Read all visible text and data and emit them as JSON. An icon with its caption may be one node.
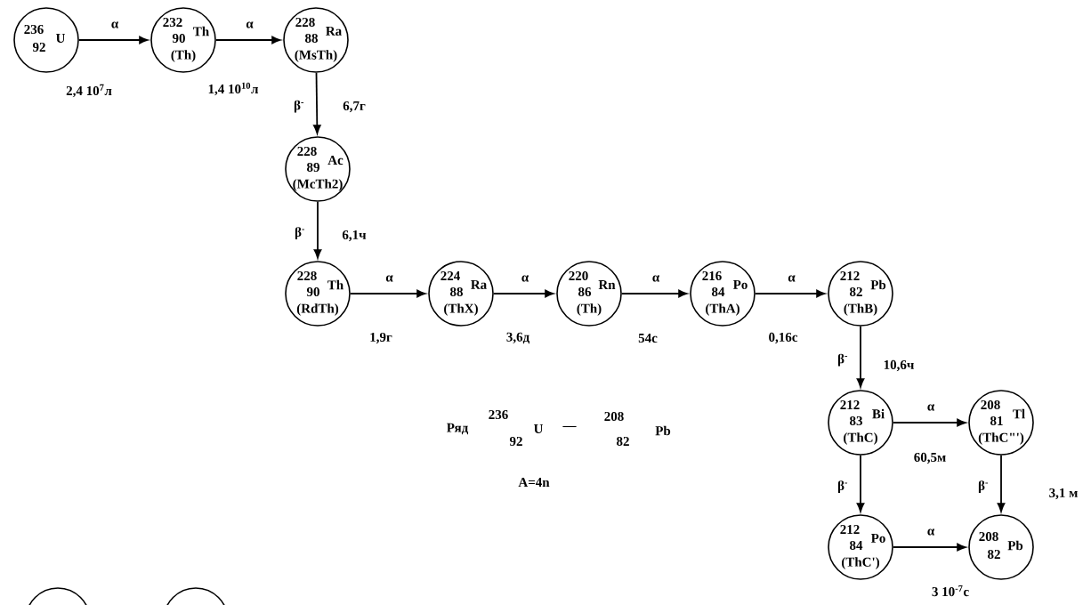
{
  "diagram": {
    "nodes": [
      {
        "text": [
          "236",
          "92",
          "U"
        ],
        "beside": [
          "2,4 10$^{7}$л"
        ]
      },
      {
        "text": [
          "232",
          "90",
          "Th",
          "(Th)"
        ],
        "beside": [
          "1,4 10$^{10}$л"
        ]
      },
      {
        "text": [
          "228",
          "88",
          "Ra",
          "(MsTh)"
        ],
        "beside": [
          "6,7г"
        ]
      },
      {
        "text": [
          "228",
          "89",
          "Ac",
          "(McTh2)"
        ],
        "beside": [
          "6,1ч"
        ]
      },
      {
        "text": [
          "228",
          "90",
          "Th",
          "(RdTh)"
        ],
        "beside": [
          "1,9г"
        ]
      },
      {
        "text": [
          "224",
          "88",
          "Ra",
          "(ThX)"
        ],
        "beside": [
          "3,6д"
        ]
      },
      {
        "text": [
          "220",
          "86",
          "Rn",
          "(Th)"
        ],
        "beside": [
          "54с"
        ]
      },
      {
        "text": [
          "216",
          "84",
          "Po",
          "(ThA)"
        ],
        "beside": [
          "0,16с"
        ]
      },
      {
        "text": [
          "212",
          "82",
          "Pb",
          "(ThB)"
        ]
      },
      {
        "text": [
          "212",
          "83",
          "Bi",
          "(ThC)"
        ],
        "beside": [
          "60,5м"
        ]
      },
      {
        "text": [
          "208",
          "81",
          "Tl",
          "(ThC\"')"
        ]
      },
      {
        "text": [
          "212",
          "84",
          "Po",
          "(ThC')"
        ]
      },
      {
        "text": [
          "208",
          "82",
          "Pb"
        ]
      },
      {
        "text": [],
        "shape": "circle"
      },
      {
        "text": [],
        "shape": "circle"
      }
    ],
    "edges": [
      {
        "from": 0,
        "to": 1,
        "arrow": "to",
        "label": "α"
      },
      {
        "from": 1,
        "to": 2,
        "arrow": "to",
        "label": "α"
      },
      {
        "from": 2,
        "to": 3,
        "arrow": "to",
        "label": "β$^{-}$"
      },
      {
        "from": 3,
        "to": 4,
        "arrow": "to",
        "label": "β$^{-}$"
      },
      {
        "from": 4,
        "to": 5,
        "arrow": "to",
        "label": "α"
      },
      {
        "from": 5,
        "to": 6,
        "arrow": "to",
        "label": "α"
      },
      {
        "from": 6,
        "to": 7,
        "arrow": "to",
        "label": "α"
      },
      {
        "from": 7,
        "to": 8,
        "arrow": "to",
        "label": "α"
      },
      {
        "from": 8,
        "to": 9,
        "arrow": "to",
        "label": "β$^{-}$"
      },
      {
        "from": 9,
        "to": 10,
        "arrow": "to",
        "label": "α"
      },
      {
        "from": 9,
        "to": 11,
        "arrow": "to",
        "label": "β$^{-}$"
      },
      {
        "from": 10,
        "to": 12,
        "arrow": "to",
        "label": "β$^{-}$"
      },
      {
        "from": 11,
        "to": 12,
        "arrow": "to",
        "label": "α"
      }
    ],
    "labels": [
      "10,6ч",
      "3,1 м",
      "3 10$^{-7}$с",
      "Ряд",
      "236",
      "92",
      "U",
      "—",
      "208",
      "82",
      "Pb",
      "A=4n"
    ]
  }
}
